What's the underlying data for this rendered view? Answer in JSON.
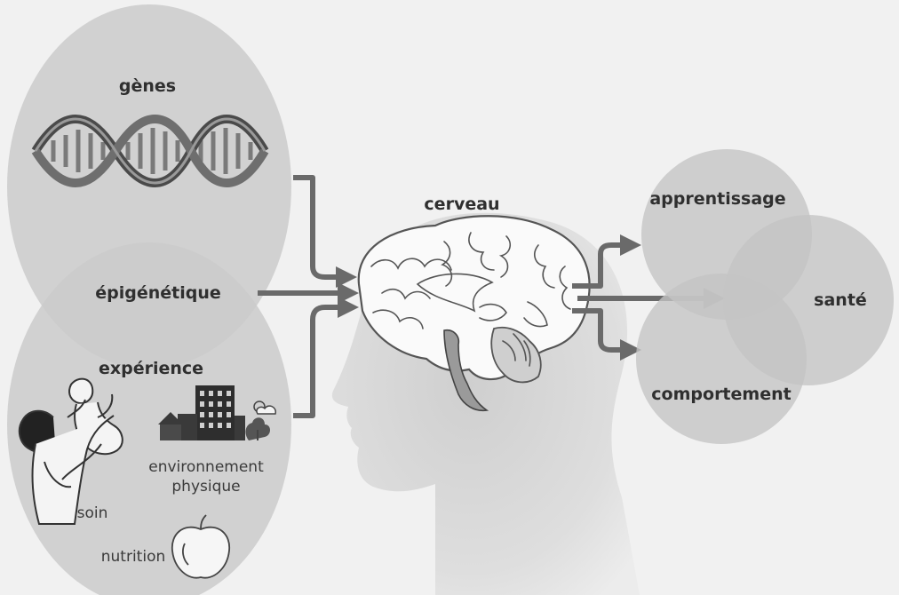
{
  "diagram": {
    "inputs": {
      "genes": "gènes",
      "epigenetics": "épigénétique",
      "experience": "expérience",
      "care": "soin",
      "environment_line1": "environnement",
      "environment_line2": "physique",
      "nutrition": "nutrition"
    },
    "center": {
      "brain": "cerveau"
    },
    "outcomes": {
      "learning": "apprentissage",
      "health": "santé",
      "behavior": "comportement"
    }
  }
}
